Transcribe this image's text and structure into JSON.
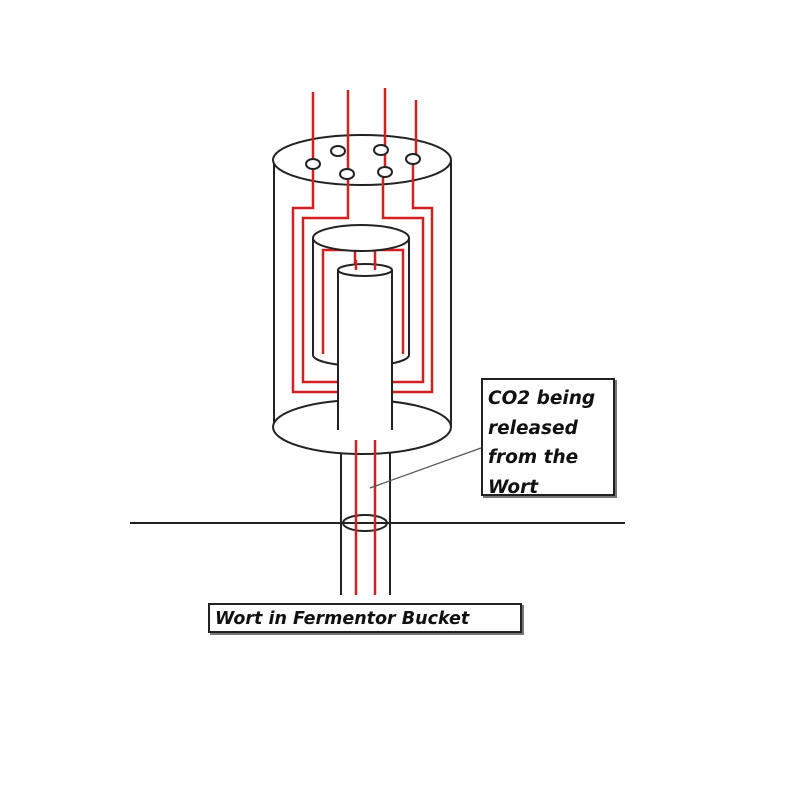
{
  "colors": {
    "line": "#222222",
    "tube": "#d42020",
    "background": "#ffffff"
  },
  "labels": {
    "co2_lines": [
      "CO2 being",
      "released",
      "from the",
      "Wort"
    ],
    "wort": "Wort in Fermentor Bucket"
  }
}
